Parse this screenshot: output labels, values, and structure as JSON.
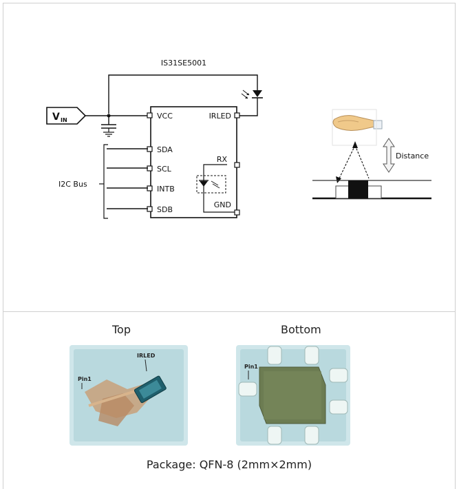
{
  "schematic": {
    "chip_name": "IS31SE5001",
    "vin_label": "V",
    "vin_sub": "IN",
    "pins_left": [
      "VCC",
      "SDA",
      "SCL",
      "INTB",
      "SDB"
    ],
    "pins_right": [
      "IRLED",
      "RX",
      "GND"
    ],
    "bus_label": "I2C Bus"
  },
  "sensing": {
    "distance_label": "Distance"
  },
  "package": {
    "top_label": "Top",
    "bottom_label": "Bottom",
    "top_pin_label": "Pin1",
    "top_irled_label": "IRLED",
    "bottom_pin_label": "Pin1",
    "caption": "Package: QFN-8 (2mm×2mm)"
  }
}
